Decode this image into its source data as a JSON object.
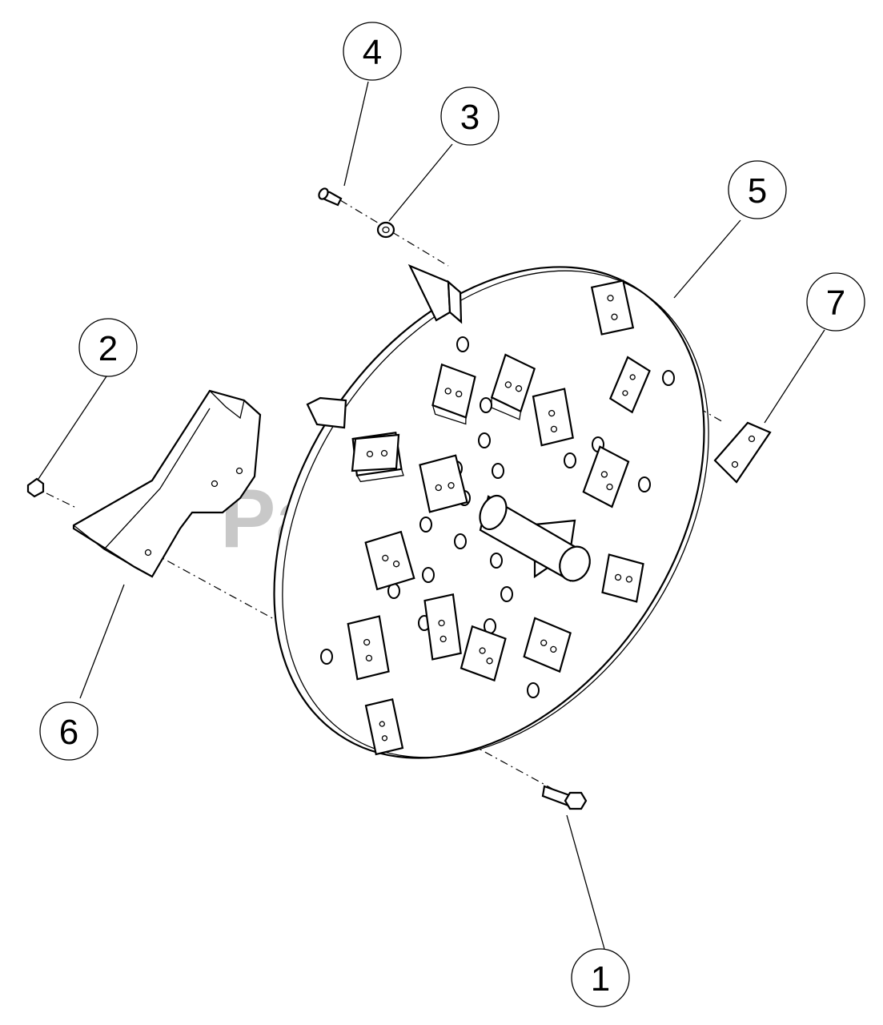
{
  "watermark": {
    "text": "PartsTree",
    "trademark": "™"
  },
  "callouts": [
    {
      "id": "1",
      "label": "1"
    },
    {
      "id": "2",
      "label": "2"
    },
    {
      "id": "3",
      "label": "3"
    },
    {
      "id": "4",
      "label": "4"
    },
    {
      "id": "5",
      "label": "5"
    },
    {
      "id": "6",
      "label": "6"
    },
    {
      "id": "7",
      "label": "7"
    }
  ]
}
